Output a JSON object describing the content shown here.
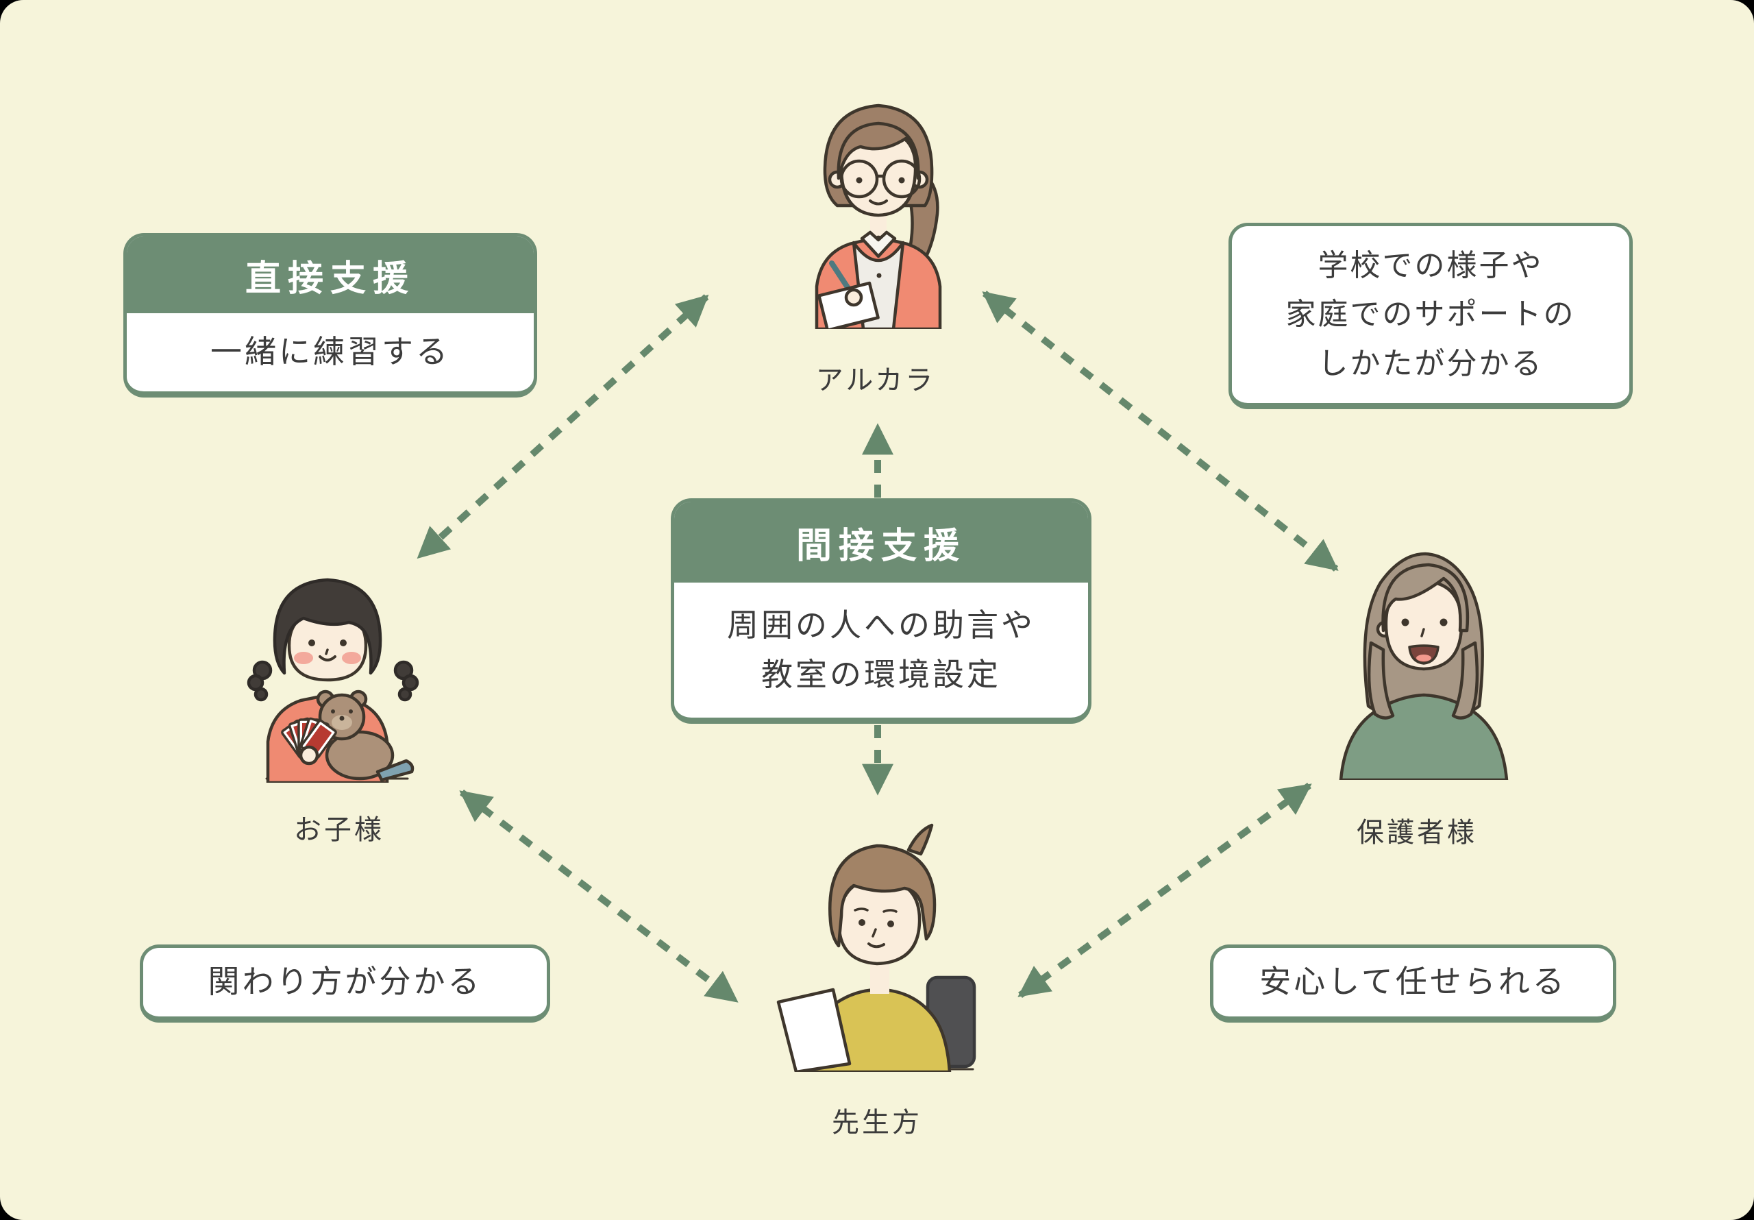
{
  "colors": {
    "background": "#F6F4DA",
    "accent_green": "#6D8D74",
    "arrow_green": "#65886C",
    "text_dark": "#3C3C3C",
    "box_white": "#FFFFFF"
  },
  "support_boxes": {
    "direct": {
      "title": "直接支援",
      "body": "一緒に練習する"
    },
    "indirect": {
      "title": "間接支援",
      "body_lines": [
        "周囲の人への助言や",
        "教室の環境設定"
      ]
    }
  },
  "benefit_boxes": {
    "guardian_benefit": {
      "lines": [
        "学校での様子や",
        "家庭でのサポートの",
        "しかたが分かる"
      ]
    },
    "child_benefit": {
      "text": "関わり方が分かる"
    },
    "teacher_benefit": {
      "text": "安心して任せられる"
    }
  },
  "people": {
    "arukara": {
      "label": "アルカラ"
    },
    "child": {
      "label": "お子様"
    },
    "guardian": {
      "label": "保護者様"
    },
    "teachers": {
      "label": "先生方"
    }
  }
}
